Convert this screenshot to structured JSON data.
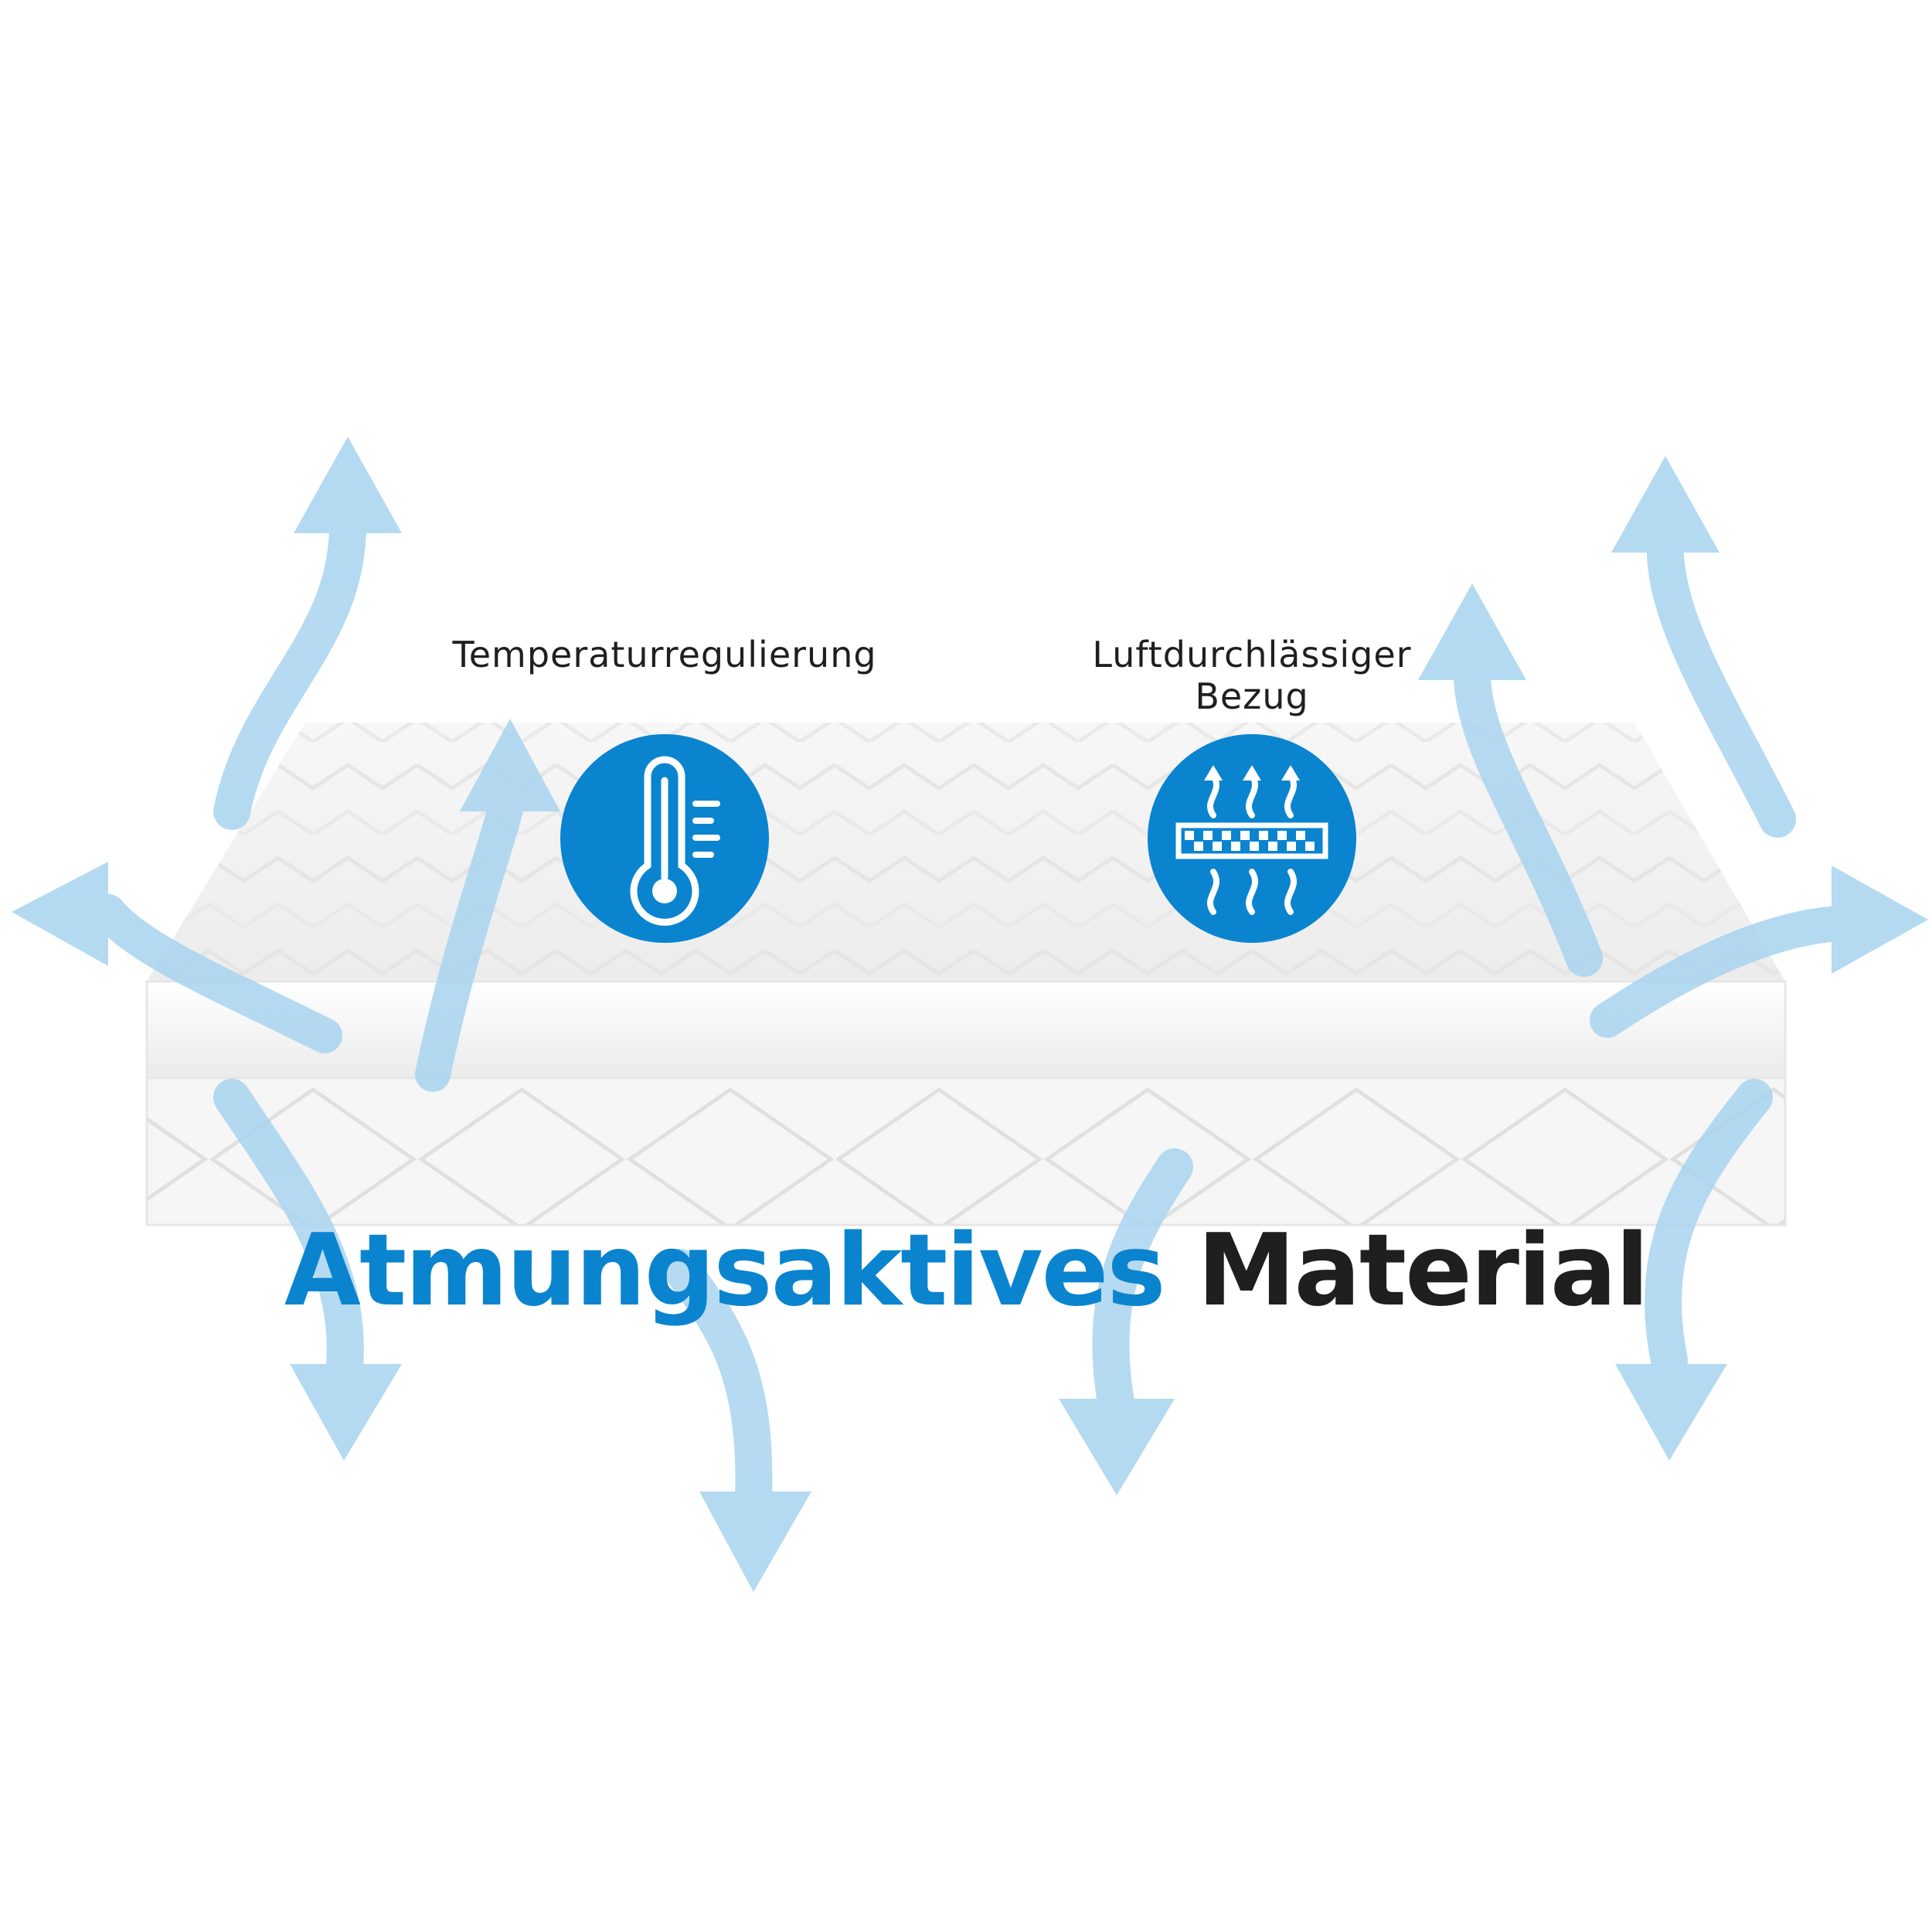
{
  "features": [
    {
      "label": "Temperaturregulierung",
      "icon": "thermometer-icon"
    },
    {
      "label": "Luftdurchlässiger\nBezug",
      "icon": "air-permeable-fabric-icon"
    }
  ],
  "headline": {
    "part1": "Atmungsaktives",
    "part2": "Material"
  },
  "colors": {
    "accent": "#0a84cf",
    "text": "#1f1f1f",
    "arrow": "#a8d4ef",
    "background": "#ffffff"
  }
}
